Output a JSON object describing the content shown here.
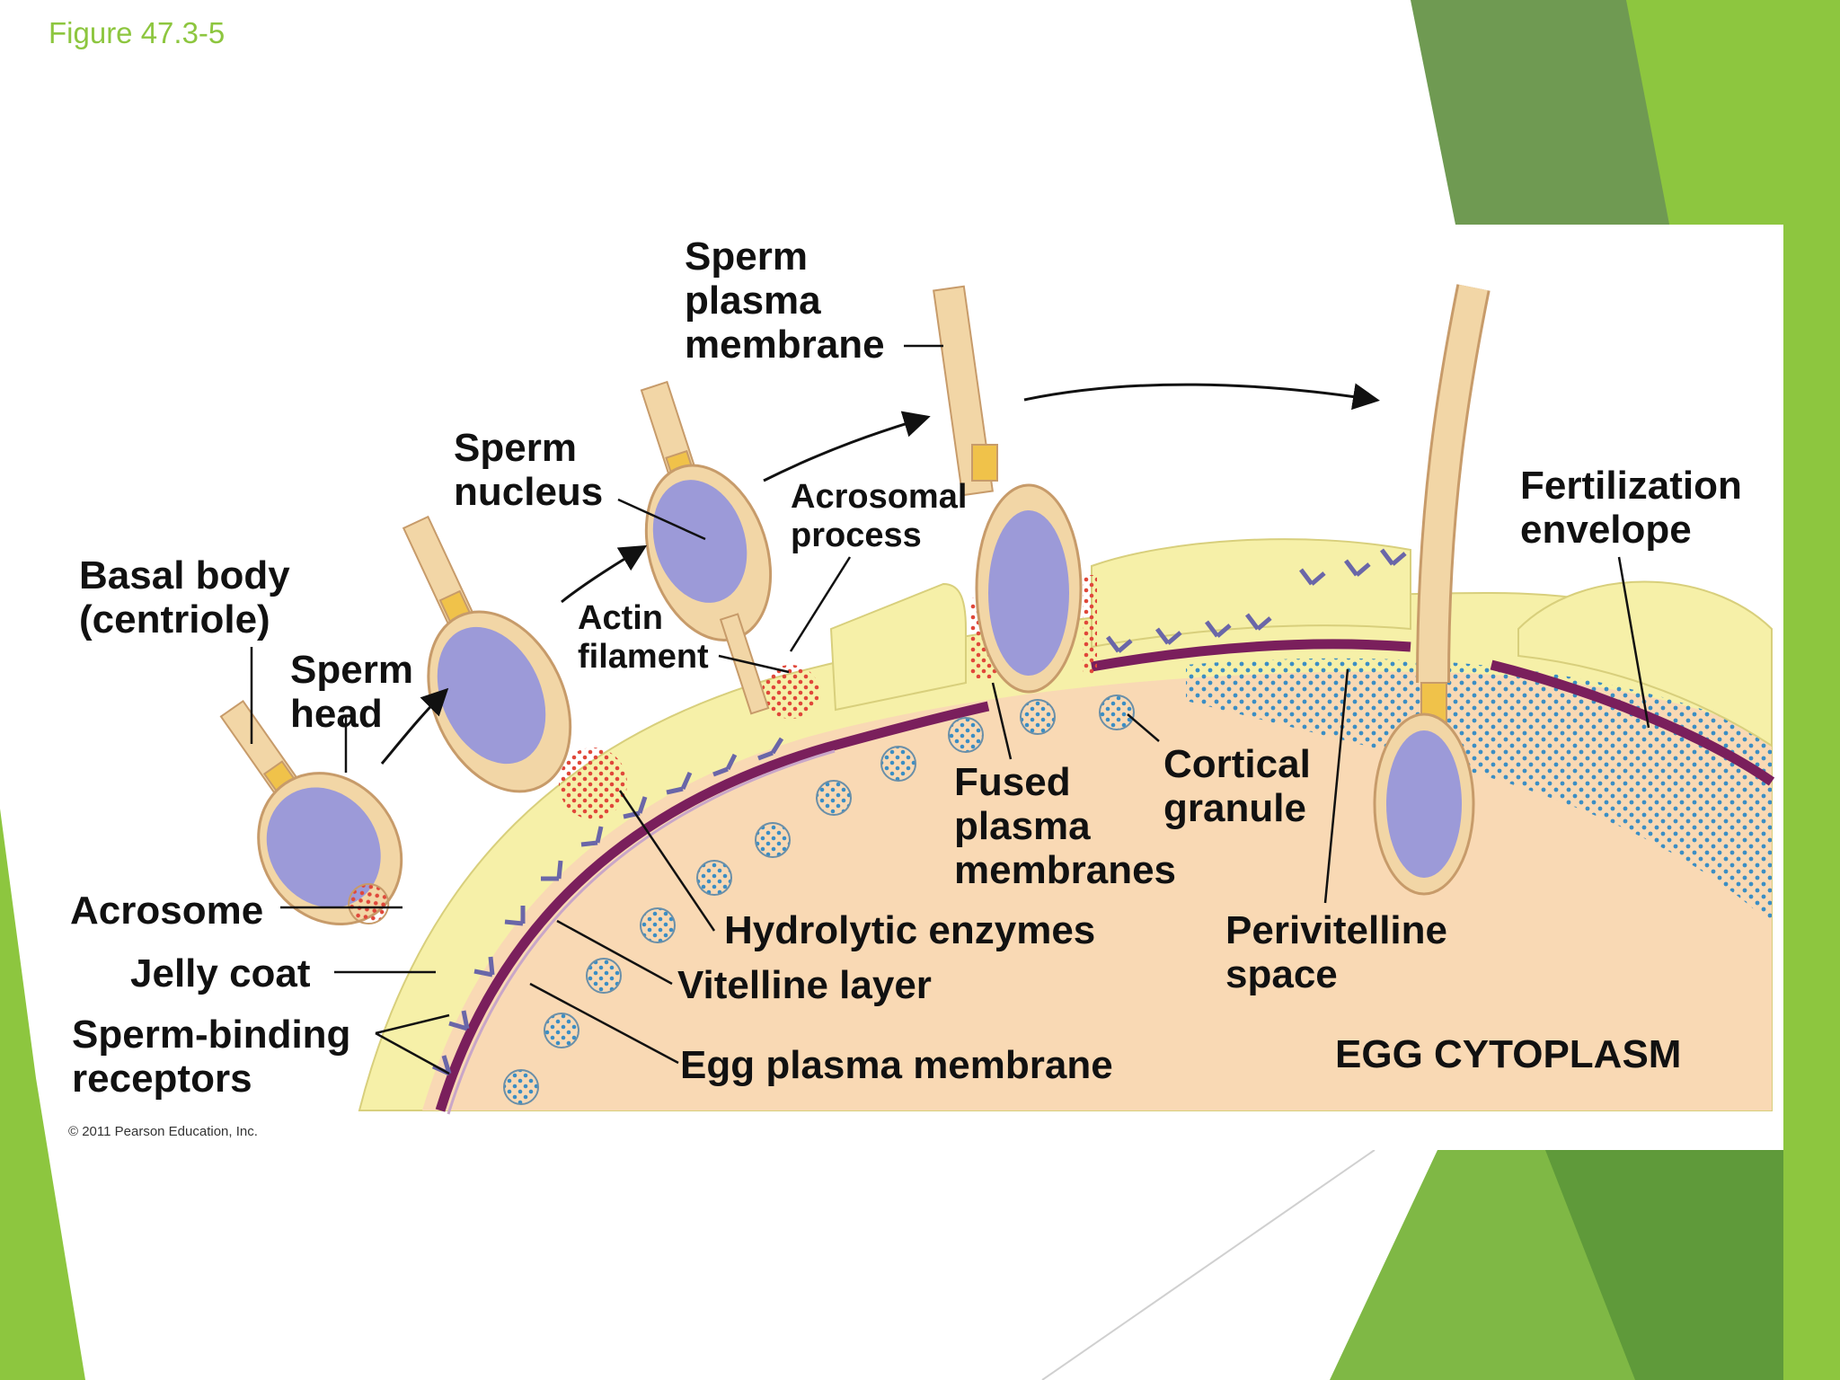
{
  "slide": {
    "title": "Figure 47.3-5"
  },
  "labels": {
    "sperm_plasma_membrane": [
      "Sperm",
      "plasma",
      "membrane"
    ],
    "sperm_nucleus": [
      "Sperm",
      "nucleus"
    ],
    "acrosomal_process": [
      "Acrosomal",
      "process"
    ],
    "actin_filament": [
      "Actin",
      "filament"
    ],
    "basal_body": [
      "Basal body",
      "(centriole)"
    ],
    "sperm_head": [
      "Sperm",
      "head"
    ],
    "fertilization_envelope": [
      "Fertilization",
      "envelope"
    ],
    "cortical_granule": [
      "Cortical",
      "granule"
    ],
    "fused_plasma_membranes": [
      "Fused",
      "plasma",
      "membranes"
    ],
    "acrosome": "Acrosome",
    "jelly_coat": "Jelly coat",
    "sperm_binding_receptors": [
      "Sperm-binding",
      "receptors"
    ],
    "hydrolytic_enzymes": "Hydrolytic enzymes",
    "vitelline_layer": "Vitelline layer",
    "egg_plasma_membrane": "Egg plasma membrane",
    "perivitelline_space": [
      "Perivitelline",
      "space"
    ],
    "egg_cytoplasm": "EGG CYTOPLASM"
  },
  "copyright": "© 2011 Pearson Education, Inc.",
  "colors": {
    "slide_accent": "#8dc63f",
    "jelly_coat": "#f6f0a8",
    "egg_cytoplasm": "#f9d9b4",
    "membrane": "#7a1f5c",
    "nucleus": "#9c9ad8",
    "sperm_body": "#f2d6a6",
    "cortical_granule": "#3b8ec4",
    "acrosome": "#e0473a"
  }
}
